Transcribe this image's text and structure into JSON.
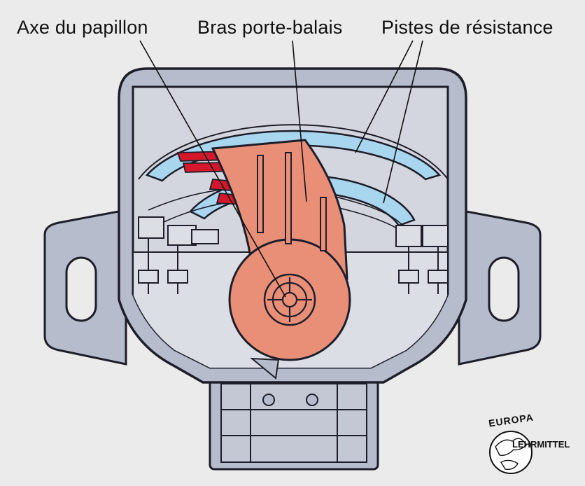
{
  "labels": {
    "axe_du_papillon": "Axe du papillon",
    "bras_porte_balais": "Bras porte-balais",
    "pistes_de_resistance": "Pistes de résistance"
  },
  "logo": {
    "line1": "EUROPA",
    "line2": "LEHRMITTEL"
  },
  "colors": {
    "background": "#ebebeb",
    "housing": "#b6bccb",
    "housing_inner": "#d3d6de",
    "outline": "#1e1e2a",
    "resistance_track": "#a9d6ef",
    "contact": "#d4172a",
    "wiper_arm": "#e98f78"
  }
}
